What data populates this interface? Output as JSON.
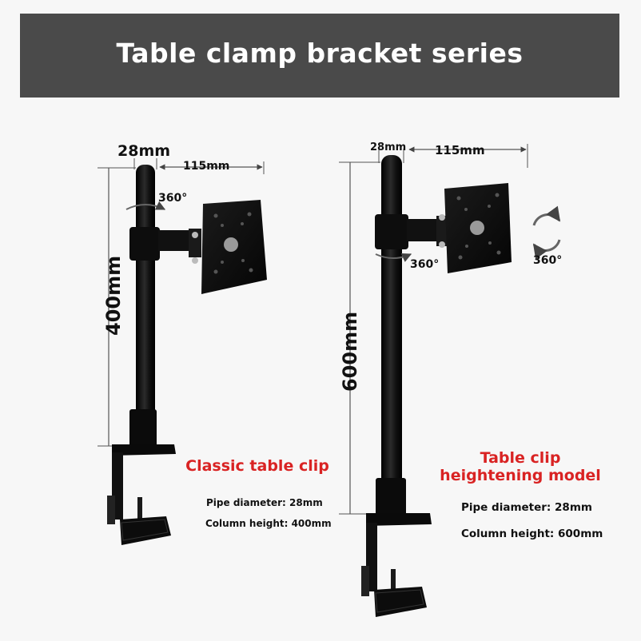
{
  "header": {
    "title": "Table clamp bracket series"
  },
  "left_model": {
    "pipe_width_label": "28mm",
    "arm_length_label": "115mm",
    "rotation_label": "360°",
    "height_label": "400mm",
    "name": "Classic table clip",
    "specs": {
      "pipe_diameter": "Pipe diameter: 28mm",
      "column_height": "Column height: 400mm"
    }
  },
  "right_model": {
    "pipe_width_label": "28mm",
    "arm_length_label": "115mm",
    "rotation_label_mount": "360°",
    "rotation_label_side": "360°",
    "height_label": "600mm",
    "name_line1": "Table clip",
    "name_line2": "heightening model",
    "specs": {
      "pipe_diameter": "Pipe diameter: 28mm",
      "column_height": "Column height: 600mm"
    }
  },
  "colors": {
    "banner": "#4a4a4a",
    "accent_red": "#d92323",
    "bracket": "#111111",
    "background": "#f7f7f7"
  }
}
